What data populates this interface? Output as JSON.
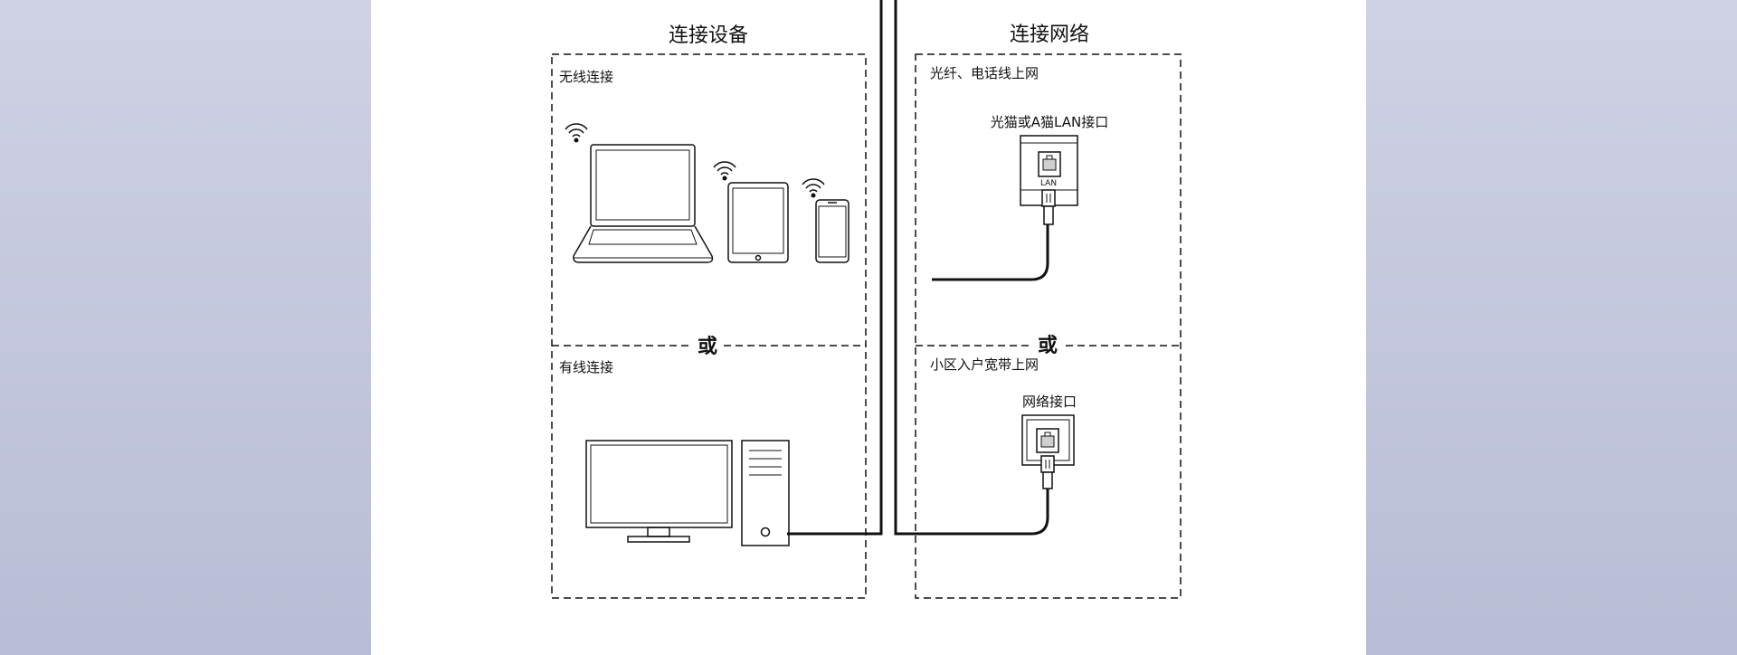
{
  "left_column": {
    "title": "连接设备",
    "wireless": {
      "label": "无线连接"
    },
    "separator": "或",
    "wired": {
      "label": "有线连接"
    }
  },
  "right_column": {
    "title": "连接网络",
    "fiber": {
      "label": "光纤、电话线上网",
      "port_label": "光猫或A猫LAN接口",
      "port_tag": "LAN"
    },
    "separator": "或",
    "broadband": {
      "label": "小区入户宽带上网",
      "port_label": "网络接口"
    }
  },
  "colors": {
    "line": "#111111",
    "background": "#c3c6da",
    "panel": "#ffffff"
  }
}
